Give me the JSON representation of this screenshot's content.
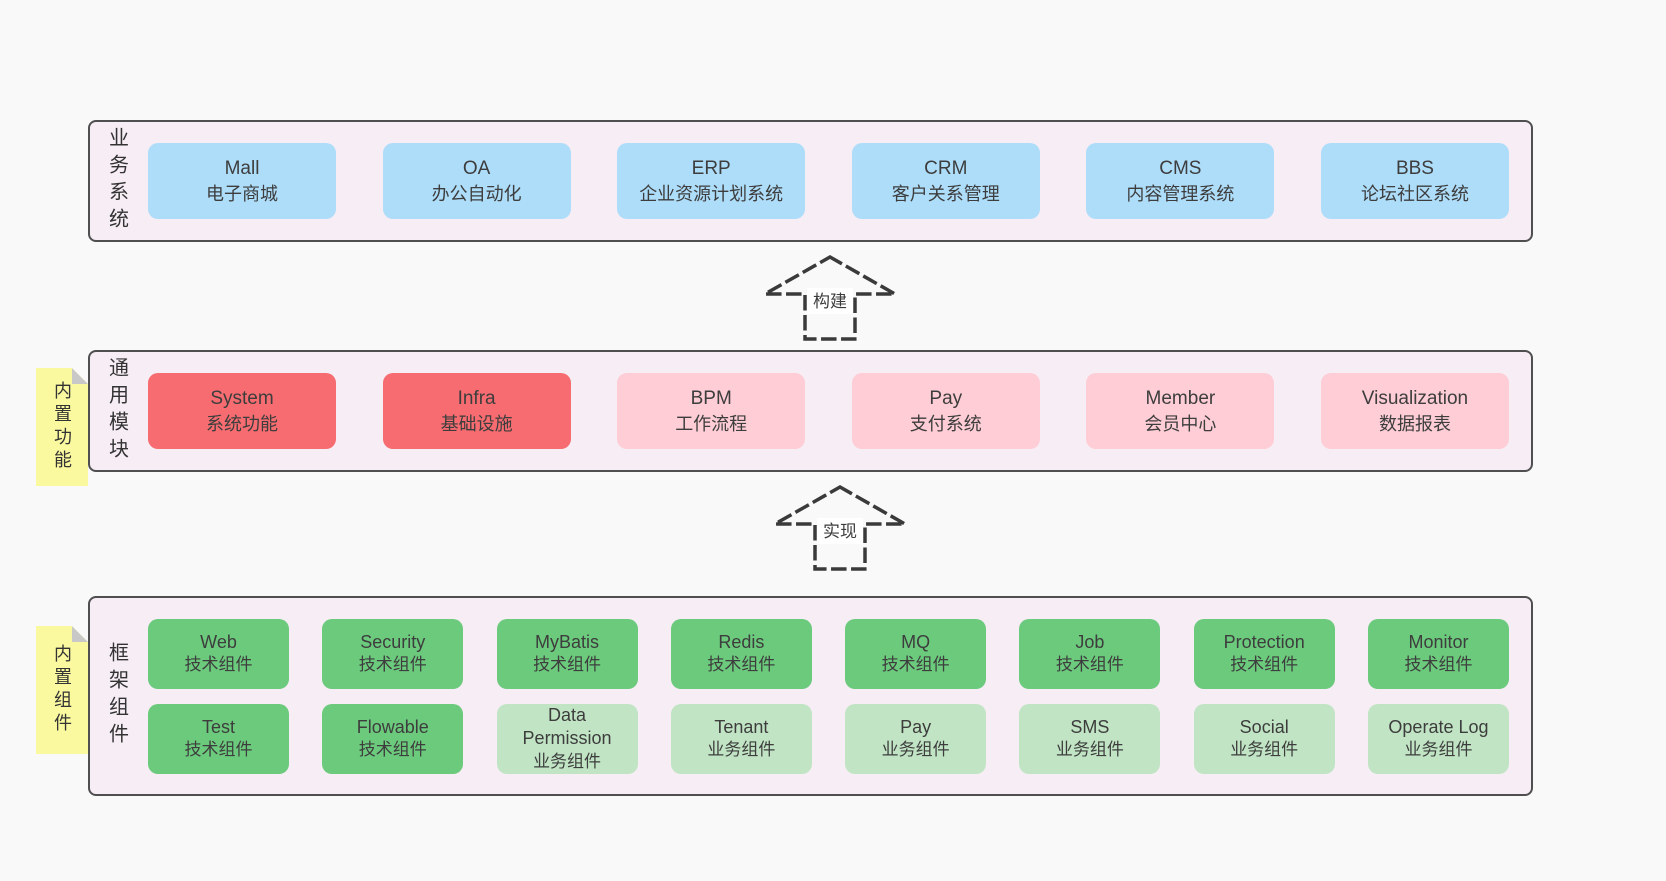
{
  "colors": {
    "page_bg": "#f9f9f9",
    "panel_bg": "#f7edf5",
    "panel_border": "#4f4f4f",
    "blue": "#aeddfa",
    "red": "#f66c70",
    "pink": "#fecdd5",
    "green": "#6cca7d",
    "light_green": "#c1e5c4",
    "sticky_yellow": "#fbf9a0",
    "sticky_fold": "#c8c8c8",
    "text": "#3d3d3d"
  },
  "arrows": [
    {
      "label": "构建"
    },
    {
      "label": "实现"
    }
  ],
  "layers": {
    "business": {
      "label": "业务系统",
      "systems": [
        {
          "title": "Mall",
          "subtitle": "电子商城",
          "color": "blue"
        },
        {
          "title": "OA",
          "subtitle": "办公自动化",
          "color": "blue"
        },
        {
          "title": "ERP",
          "subtitle": "企业资源计划系统",
          "color": "blue"
        },
        {
          "title": "CRM",
          "subtitle": "客户关系管理",
          "color": "blue"
        },
        {
          "title": "CMS",
          "subtitle": "内容管理系统",
          "color": "blue"
        },
        {
          "title": "BBS",
          "subtitle": "论坛社区系统",
          "color": "blue"
        }
      ]
    },
    "modules": {
      "label": "通用模块",
      "sticky_note": "内置功能",
      "items": [
        {
          "title": "System",
          "subtitle": "系统功能",
          "color": "red"
        },
        {
          "title": "Infra",
          "subtitle": "基础设施",
          "color": "red"
        },
        {
          "title": "BPM",
          "subtitle": "工作流程",
          "color": "pink"
        },
        {
          "title": "Pay",
          "subtitle": "支付系统",
          "color": "pink"
        },
        {
          "title": "Member",
          "subtitle": "会员中心",
          "color": "pink"
        },
        {
          "title": "Visualization",
          "subtitle": "数据报表",
          "color": "pink"
        }
      ]
    },
    "framework": {
      "label": "框架组件",
      "sticky_note": "内置组件",
      "row1": [
        {
          "title": "Web",
          "subtitle": "技术组件",
          "color": "green"
        },
        {
          "title": "Security",
          "subtitle": "技术组件",
          "color": "green"
        },
        {
          "title": "MyBatis",
          "subtitle": "技术组件",
          "color": "green"
        },
        {
          "title": "Redis",
          "subtitle": "技术组件",
          "color": "green"
        },
        {
          "title": "MQ",
          "subtitle": "技术组件",
          "color": "green"
        },
        {
          "title": "Job",
          "subtitle": "技术组件",
          "color": "green"
        },
        {
          "title": "Protection",
          "subtitle": "技术组件",
          "color": "green"
        },
        {
          "title": "Monitor",
          "subtitle": "技术组件",
          "color": "green"
        }
      ],
      "row2": [
        {
          "title": "Test",
          "subtitle": "技术组件",
          "color": "green"
        },
        {
          "title": "Flowable",
          "subtitle": "技术组件",
          "color": "green"
        },
        {
          "title": "Data Permission",
          "subtitle": "业务组件",
          "color": "light_green"
        },
        {
          "title": "Tenant",
          "subtitle": "业务组件",
          "color": "light_green"
        },
        {
          "title": "Pay",
          "subtitle": "业务组件",
          "color": "light_green"
        },
        {
          "title": "SMS",
          "subtitle": "业务组件",
          "color": "light_green"
        },
        {
          "title": "Social",
          "subtitle": "业务组件",
          "color": "light_green"
        },
        {
          "title": "Operate Log",
          "subtitle": "业务组件",
          "color": "light_green"
        }
      ]
    }
  }
}
